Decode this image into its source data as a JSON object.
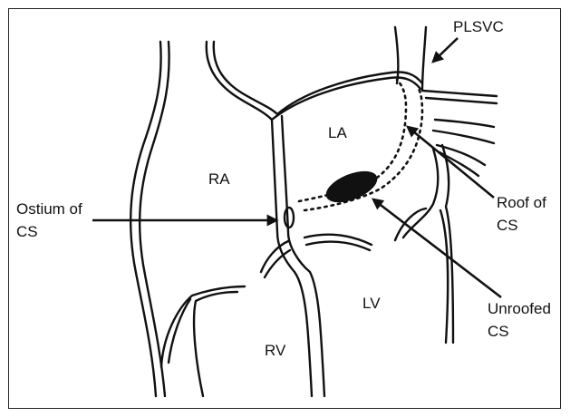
{
  "labels": {
    "ra": "RA",
    "la": "LA",
    "rv": "RV",
    "lv": "LV",
    "plsvc": "PLSVC",
    "ostium_line1": "Ostium of",
    "ostium_line2": "CS",
    "roof_line1": "Roof of",
    "roof_line2": "CS",
    "unroofed_line1": "Unroofed",
    "unroofed_line2": "CS"
  },
  "colors": {
    "ink": "#111111",
    "background": "#ffffff"
  }
}
